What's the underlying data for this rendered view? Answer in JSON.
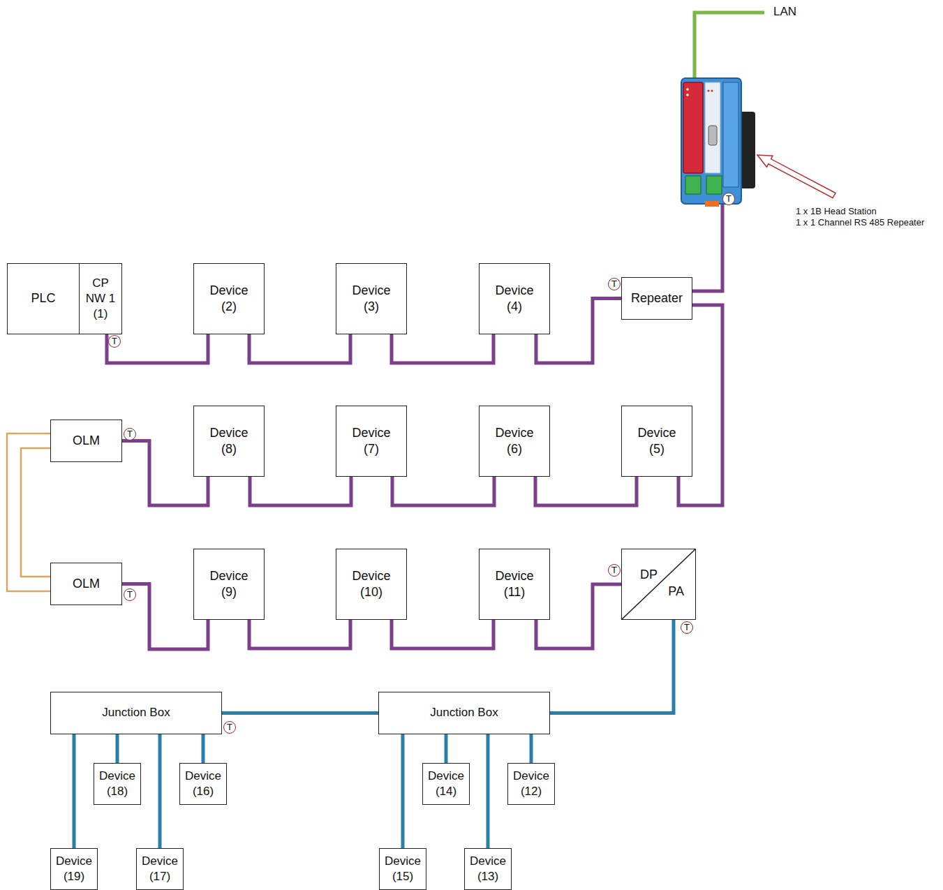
{
  "diagram": {
    "nodes": [
      {
        "text": [
          "PLC"
        ]
      },
      {
        "text": [
          "CP NW 1 (1)"
        ]
      },
      {
        "text": [
          "Device (2)"
        ]
      },
      {
        "text": [
          "Device (3)"
        ]
      },
      {
        "text": [
          "Device (4)"
        ]
      },
      {
        "text": [
          "Repeater"
        ]
      },
      {
        "text": [
          "OLM"
        ]
      },
      {
        "text": [
          "Device (8)"
        ]
      },
      {
        "text": [
          "Device (7)"
        ]
      },
      {
        "text": [
          "Device (6)"
        ]
      },
      {
        "text": [
          "Device (5)"
        ]
      },
      {
        "text": [
          "OLM"
        ]
      },
      {
        "text": [
          "Device (9)"
        ]
      },
      {
        "text": [
          "Device (10)"
        ]
      },
      {
        "text": [
          "Device (11)"
        ]
      },
      {
        "text": [
          "DP",
          "PA"
        ]
      },
      {
        "text": [
          "Junction Box"
        ]
      },
      {
        "text": [
          "Junction Box"
        ]
      },
      {
        "text": [
          "Device (18)"
        ]
      },
      {
        "text": [
          "Device (16)"
        ]
      },
      {
        "text": [
          "Device (14)"
        ]
      },
      {
        "text": [
          "Device (12)"
        ]
      },
      {
        "text": [
          "Device (19)"
        ]
      },
      {
        "text": [
          "Device (17)"
        ]
      },
      {
        "text": [
          "Device (15)"
        ]
      },
      {
        "text": [
          "Device (13)"
        ]
      }
    ],
    "edges": [
      {
        "from": 1,
        "to": 2,
        "arrow": "none"
      },
      {
        "from": 2,
        "to": 3,
        "arrow": "none"
      },
      {
        "from": 3,
        "to": 4,
        "arrow": "none"
      },
      {
        "from": 4,
        "to": 5,
        "arrow": "none"
      },
      {
        "from": 5,
        "to": 10,
        "arrow": "none"
      },
      {
        "from": 10,
        "to": 9,
        "arrow": "none"
      },
      {
        "from": 9,
        "to": 8,
        "arrow": "none"
      },
      {
        "from": 8,
        "to": 7,
        "arrow": "none"
      },
      {
        "from": 7,
        "to": 6,
        "arrow": "none"
      },
      {
        "from": 6,
        "to": 11,
        "arrow": "none"
      },
      {
        "from": 11,
        "to": 12,
        "arrow": "none"
      },
      {
        "from": 12,
        "to": 13,
        "arrow": "none"
      },
      {
        "from": 13,
        "to": 14,
        "arrow": "none"
      },
      {
        "from": 14,
        "to": 15,
        "arrow": "none"
      },
      {
        "from": 15,
        "to": 17,
        "arrow": "none"
      },
      {
        "from": 17,
        "to": 16,
        "arrow": "none"
      },
      {
        "from": 17,
        "to": 20,
        "arrow": "none"
      },
      {
        "from": 17,
        "to": 21,
        "arrow": "none"
      },
      {
        "from": 17,
        "to": 24,
        "arrow": "none"
      },
      {
        "from": 17,
        "to": 25,
        "arrow": "none"
      },
      {
        "from": 16,
        "to": 18,
        "arrow": "none"
      },
      {
        "from": 16,
        "to": 19,
        "arrow": "none"
      },
      {
        "from": 16,
        "to": 22,
        "arrow": "none"
      },
      {
        "from": 16,
        "to": 23,
        "arrow": "none"
      }
    ],
    "labels": [
      "LAN",
      "1 x 1B Head Station",
      "1 x 1 Channel RS 485 Repeater",
      "T",
      "T",
      "T",
      "T",
      "T",
      "T",
      "T",
      "T"
    ]
  }
}
